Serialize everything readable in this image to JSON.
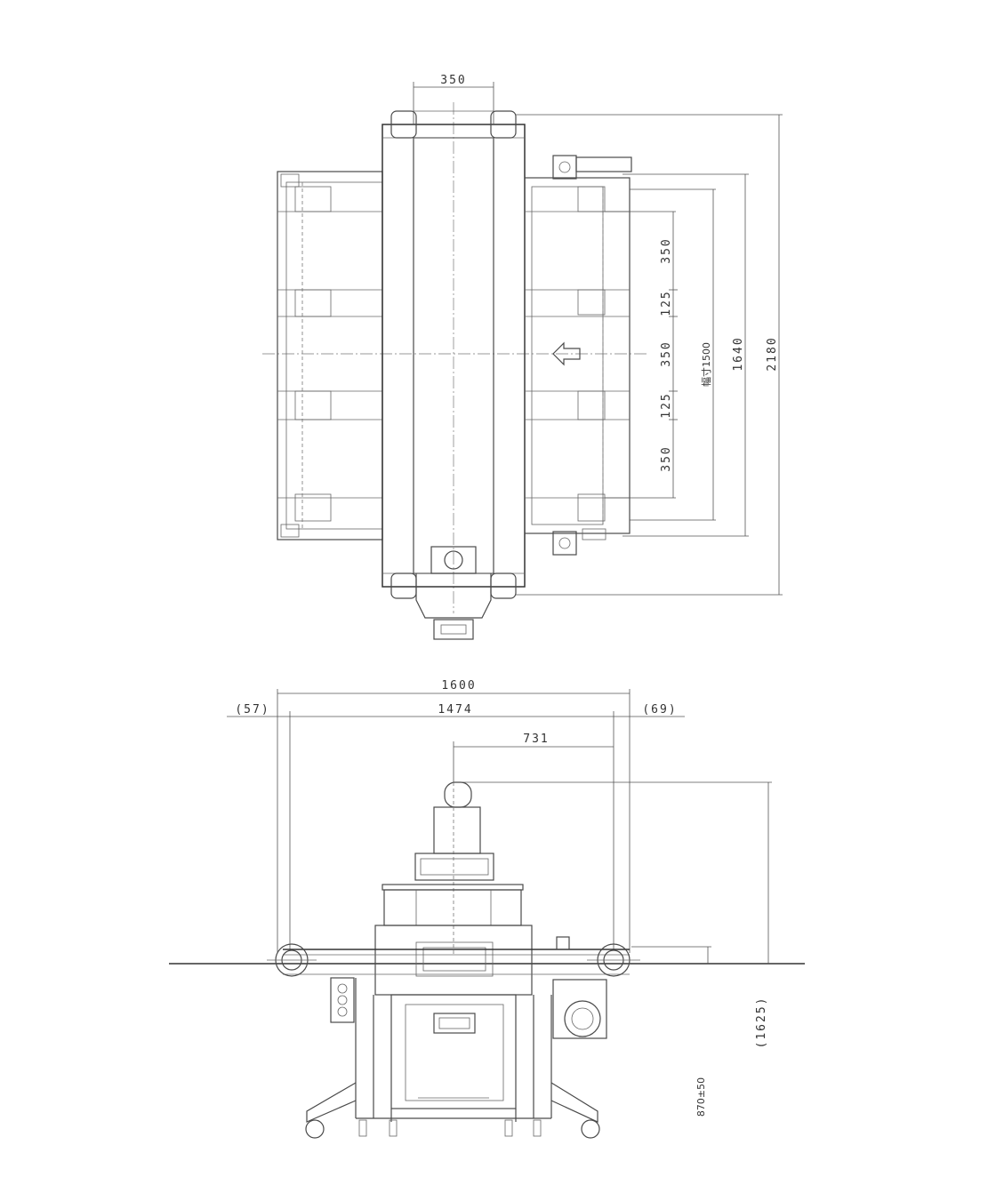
{
  "top_view": {
    "dims": {
      "width_top": "350",
      "seg_1": "350",
      "seg_2": "125",
      "seg_3": "350",
      "seg_4": "125",
      "seg_5": "350",
      "conveyor_width": "幅寸1500",
      "overall_1640": "1640",
      "overall_2180": "2180"
    }
  },
  "side_view": {
    "dims": {
      "overall_1600": "1600",
      "inner_1474": "1474",
      "left_57": "(57)",
      "right_69": "(69)",
      "offset_731": "731",
      "height_1625": "(1625)",
      "height_870": "870±50"
    }
  },
  "colors": {
    "line": "#4a4a4a",
    "background": "#ffffff"
  }
}
